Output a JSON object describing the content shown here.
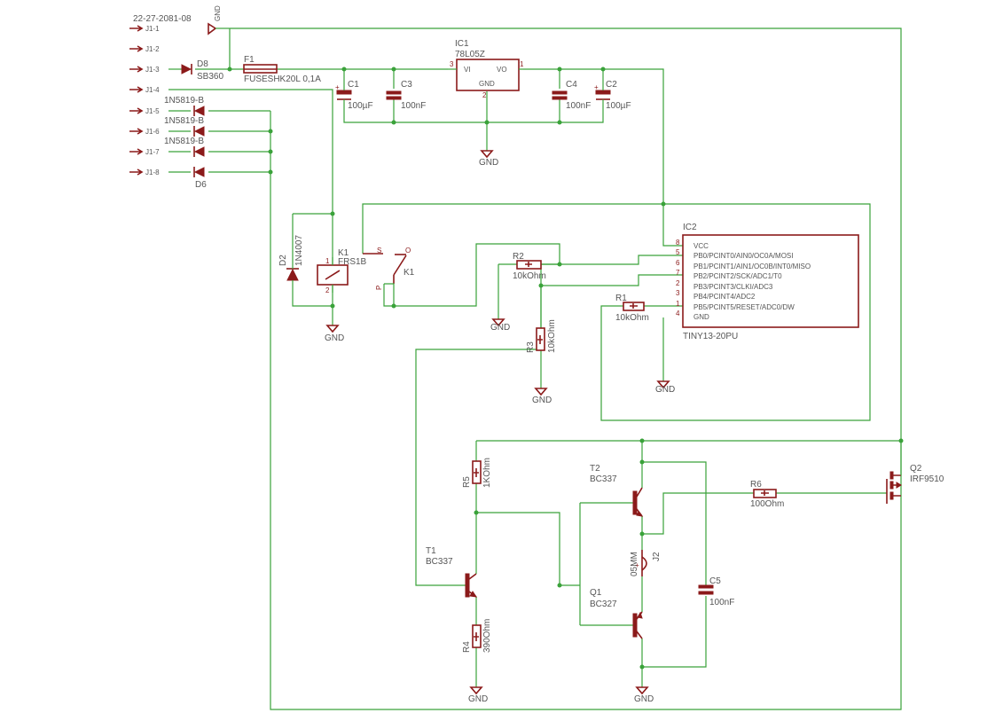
{
  "title": "22-27-2081-08",
  "connector": {
    "pins": [
      "J1-1",
      "J1-2",
      "J1-3",
      "J1-4",
      "J1-5",
      "J1-6",
      "J1-7",
      "J1-8"
    ]
  },
  "gnd_label": "GND",
  "components": {
    "d8": {
      "name": "D8",
      "value": "SB360"
    },
    "f1": {
      "name": "F1",
      "value": "FUSESHK20L 0,1A"
    },
    "ic1": {
      "name": "IC1",
      "value": "78L05Z",
      "pin_vi": "VI",
      "pin_vo": "VO",
      "pin_gnd": "GND",
      "pin_in": "3",
      "pin_out": "1",
      "pin_g": "2"
    },
    "c1": {
      "name": "C1",
      "value": "100µF"
    },
    "c3": {
      "name": "C3",
      "value": "100nF"
    },
    "c4": {
      "name": "C4",
      "value": "100nF"
    },
    "c2": {
      "name": "C2",
      "value": "100µF"
    },
    "d_in": [
      {
        "name": "1N5819-B"
      },
      {
        "name": "1N5819-B"
      },
      {
        "name": "1N5819-B"
      },
      {
        "name": "D6"
      }
    ],
    "d2": {
      "name": "D2",
      "value": "1N4007"
    },
    "k1": {
      "name": "K1",
      "value": "FRS1B",
      "contact_name": "K1",
      "pin_1": "1",
      "pin_2": "2",
      "pin_s": "S",
      "pin_o": "O",
      "pin_p": "P"
    },
    "r2": {
      "name": "R2",
      "value": "10kOhm"
    },
    "r3": {
      "name": "R3",
      "value": "10kOhm"
    },
    "r1": {
      "name": "R1",
      "value": "10kOhm"
    },
    "ic2": {
      "name": "IC2",
      "value": "TINY13-20PU",
      "pins": [
        {
          "num": "8",
          "label": "VCC"
        },
        {
          "num": "5",
          "label": "PB0/PCINT0/AIN0/OC0A/MOSI"
        },
        {
          "num": "6",
          "label": "PB1/PCINT1/AIN1/OC0B/INT0/MISO"
        },
        {
          "num": "7",
          "label": "PB2/PCINT2/SCK/ADC1/T0"
        },
        {
          "num": "2",
          "label": "PB3/PCINT3/CLKI/ADC3"
        },
        {
          "num": "3",
          "label": "PB4/PCINT4/ADC2"
        },
        {
          "num": "1",
          "label": "PB5/PCINT5/RESET/ADC0/DW"
        },
        {
          "num": "4",
          "label": "GND"
        }
      ]
    },
    "r5": {
      "name": "R5",
      "value": "1KOhm"
    },
    "t1": {
      "name": "T1",
      "value": "BC337"
    },
    "r4": {
      "name": "R4",
      "value": "390Ohm"
    },
    "t2": {
      "name": "T2",
      "value": "BC337"
    },
    "q1": {
      "name": "Q1",
      "value": "BC327"
    },
    "j2": {
      "name": "J2",
      "value": "05MM"
    },
    "c5": {
      "name": "C5",
      "value": "100nF"
    },
    "r6": {
      "name": "R6",
      "value": "100Ohm"
    },
    "q2": {
      "name": "Q2",
      "value": "IRF9510"
    }
  }
}
